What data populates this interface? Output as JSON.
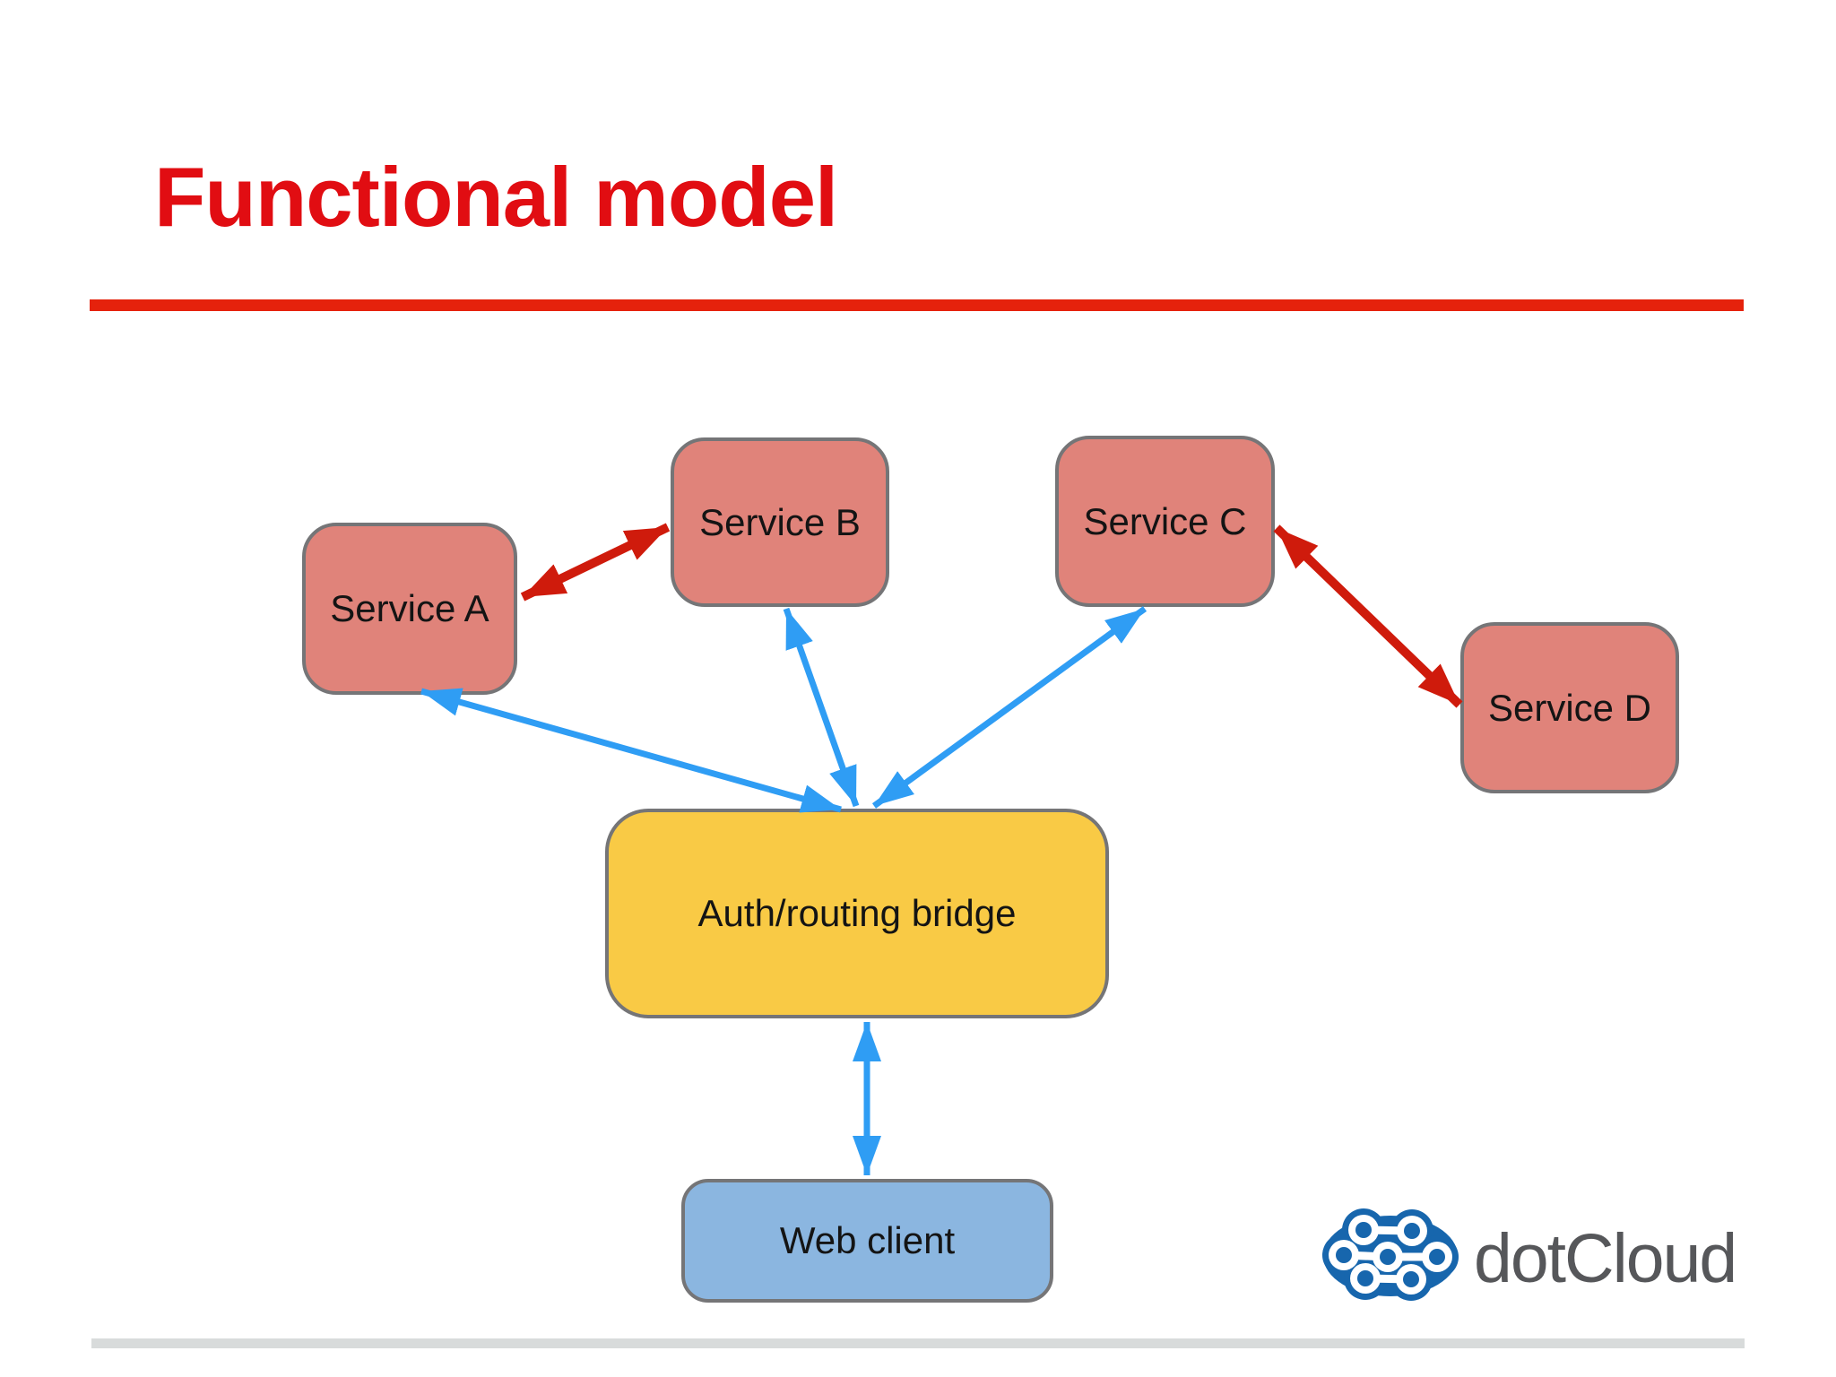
{
  "slide": {
    "title": "Functional model",
    "title_color": "#e10d12",
    "rule_color": "#e5220c"
  },
  "diagram": {
    "nodes": [
      {
        "id": "service-a",
        "label": "Service A",
        "type": "service",
        "fill": "#e0837a",
        "border": "#757577"
      },
      {
        "id": "service-b",
        "label": "Service B",
        "type": "service",
        "fill": "#e0837a",
        "border": "#757577"
      },
      {
        "id": "service-c",
        "label": "Service C",
        "type": "service",
        "fill": "#e0837a",
        "border": "#757577"
      },
      {
        "id": "service-d",
        "label": "Service D",
        "type": "service",
        "fill": "#e0837a",
        "border": "#757577"
      },
      {
        "id": "auth-bridge",
        "label": "Auth/routing bridge",
        "type": "bridge",
        "fill": "#f9ca45",
        "border": "#757577"
      },
      {
        "id": "web-client",
        "label": "Web client",
        "type": "client",
        "fill": "#8bb6e0",
        "border": "#757577"
      }
    ],
    "edges": [
      {
        "from": "service-a",
        "to": "service-b",
        "color": "#cf1b0c",
        "bidirectional": true
      },
      {
        "from": "service-c",
        "to": "service-d",
        "color": "#cf1b0c",
        "bidirectional": true
      },
      {
        "from": "auth-bridge",
        "to": "service-a",
        "color": "#2f9df4",
        "bidirectional": true
      },
      {
        "from": "auth-bridge",
        "to": "service-b",
        "color": "#2f9df4",
        "bidirectional": true
      },
      {
        "from": "auth-bridge",
        "to": "service-c",
        "color": "#2f9df4",
        "bidirectional": true
      },
      {
        "from": "auth-bridge",
        "to": "web-client",
        "color": "#2f9df4",
        "bidirectional": true
      }
    ],
    "edge_colors": {
      "service_link_red": "#cf1b0c",
      "bridge_link_blue": "#2f9df4"
    }
  },
  "footer": {
    "logo_text": "dotCloud",
    "logo_icon": "dotcloud-cloud-icon",
    "logo_icon_color": "#1766ad",
    "logo_text_color": "#56575a"
  }
}
